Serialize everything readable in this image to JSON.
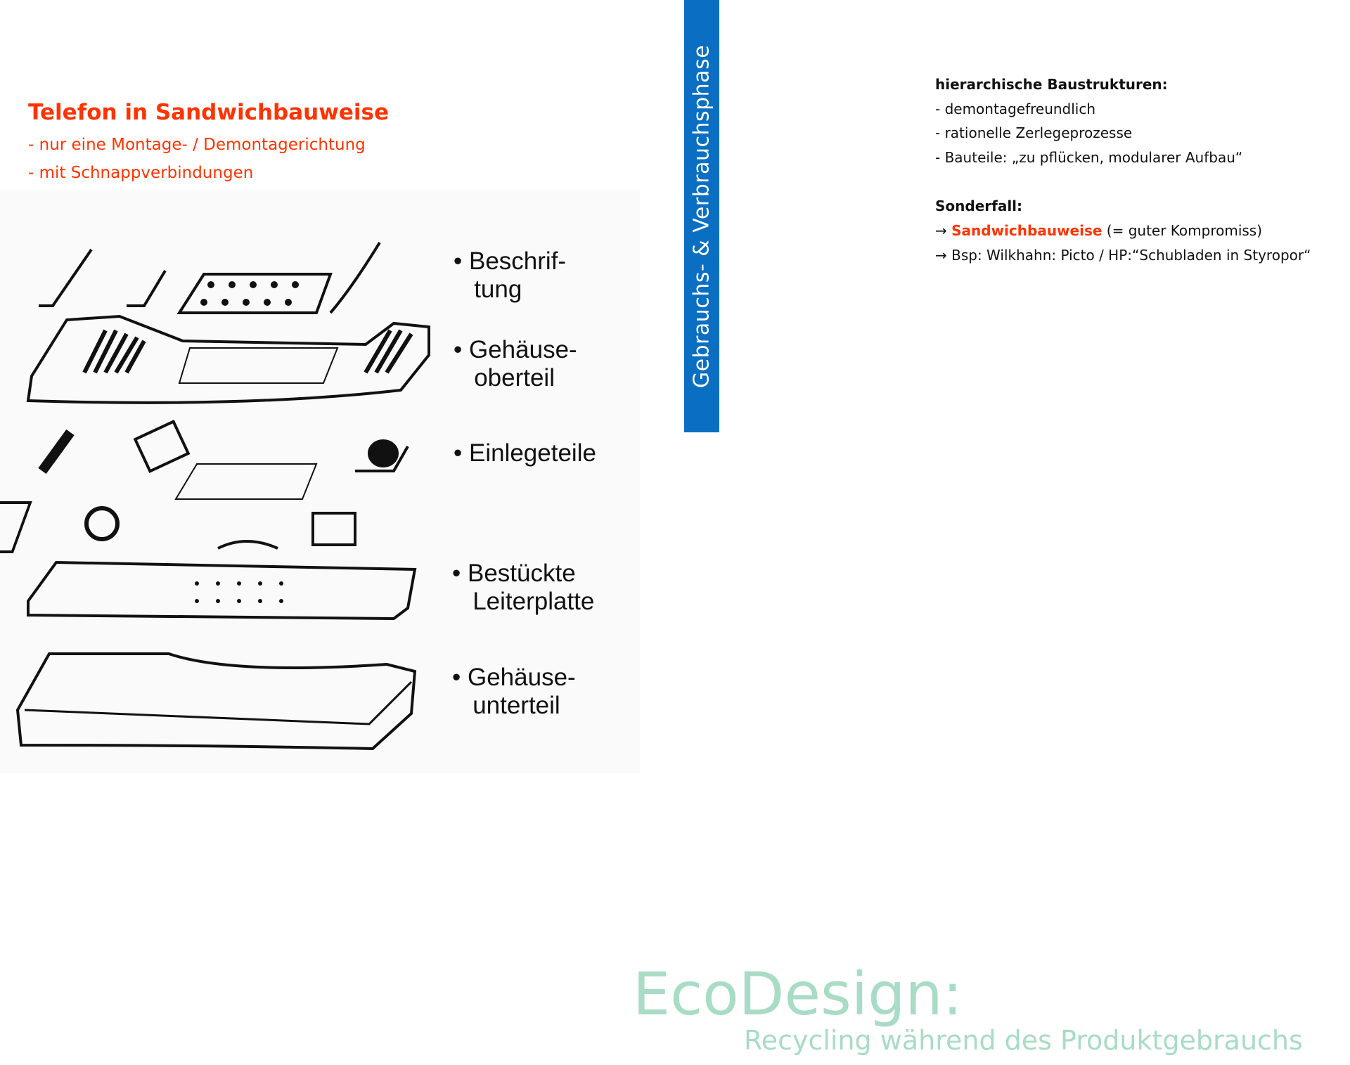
{
  "left": {
    "title": "Telefon in Sandwichbauweise",
    "points": [
      "- nur eine Montage- / Demontagerichtung",
      "- mit Schnappverbindungen"
    ]
  },
  "illustration": {
    "labels": [
      {
        "lines": [
          "Beschrif-",
          "tung"
        ]
      },
      {
        "lines": [
          "Gehäuse-",
          "oberteil"
        ]
      },
      {
        "lines": [
          "Einlegeteile"
        ]
      },
      {
        "lines": [
          "Bestückte",
          "Leiterplatte"
        ]
      },
      {
        "lines": [
          "Gehäuse-",
          "unterteil"
        ]
      }
    ]
  },
  "side_tab": "Gebrauchs- & Verbrauchsphase",
  "right": {
    "heading1": "hierarchische Baustrukturen:",
    "items1": [
      "- demontagefreundlich",
      "- rationelle Zerlegeprozesse",
      "- Bauteile: „zu pflücken, modularer Aufbau“"
    ],
    "heading2": "Sonderfall:",
    "arrow": "→",
    "item2a_highlight": "Sandwichbauweise",
    "item2a_rest": " (= guter Kompromiss)",
    "item2b": "Bsp: Wilkhahn: Picto / HP:“Schubladen in Styropor“"
  },
  "footer": {
    "title": "EcoDesign:",
    "subtitle": "Recycling während des Produktgebrauchs"
  },
  "colors": {
    "accent": "#ff3300",
    "tab": "#0a6fc2",
    "footer": "#a8dcc4"
  }
}
